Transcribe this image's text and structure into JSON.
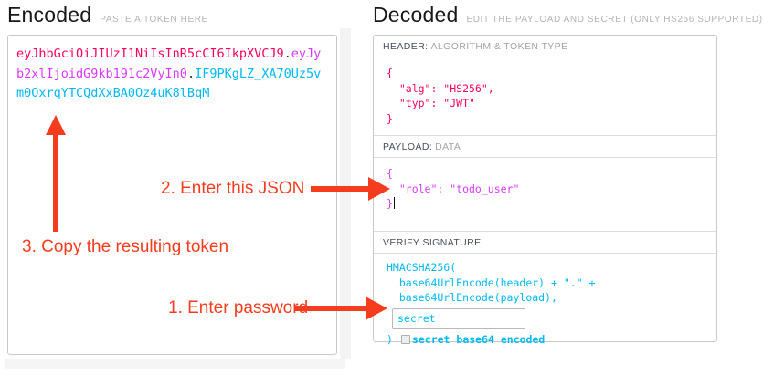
{
  "encoded_panel": {
    "title": "Encoded",
    "subtitle": "PASTE A TOKEN HERE",
    "token": {
      "header_segment": "eyJhbGciOiJIUzI1NiIsInR5cCI6IkpXVCJ9",
      "separator1": ".",
      "payload_segment": "eyJyb2xlIjoidG9kb191c2VyIn0",
      "separator2": ".",
      "signature_segment": "IF9PKgLZ_XA70Uz5vm0OxrqYTCQdXxBA0Oz4uK8lBqM"
    }
  },
  "decoded_panel": {
    "title": "Decoded",
    "subtitle": "EDIT THE PAYLOAD AND SECRET (ONLY HS256 SUPPORTED)",
    "header_section": {
      "label": "HEADER:",
      "sublabel": "ALGORITHM & TOKEN TYPE",
      "code_lines": [
        "{",
        "  \"alg\": \"HS256\",",
        "  \"typ\": \"JWT\"",
        "}"
      ]
    },
    "payload_section": {
      "label": "PAYLOAD:",
      "sublabel": "DATA",
      "code_lines": [
        "{",
        "  \"role\": \"todo_user\"",
        "}"
      ]
    },
    "signature_section": {
      "label": "VERIFY SIGNATURE",
      "code_lines": [
        "HMACSHA256(",
        "  base64UrlEncode(header) + \".\" +",
        "  base64UrlEncode(payload),"
      ],
      "secret_input_value": "secret",
      "closing_paren": ")",
      "checkbox_label": "secret base64 encoded"
    }
  },
  "annotations": {
    "step1_label": "1. Enter password",
    "step2_label": "2. Enter this JSON",
    "step3_label": "3. Copy the resulting token"
  },
  "colors": {
    "token_header": "#fb015b",
    "token_payload": "#d63aff",
    "token_signature": "#00b9f1",
    "annotation_red": "#f43d1e"
  }
}
